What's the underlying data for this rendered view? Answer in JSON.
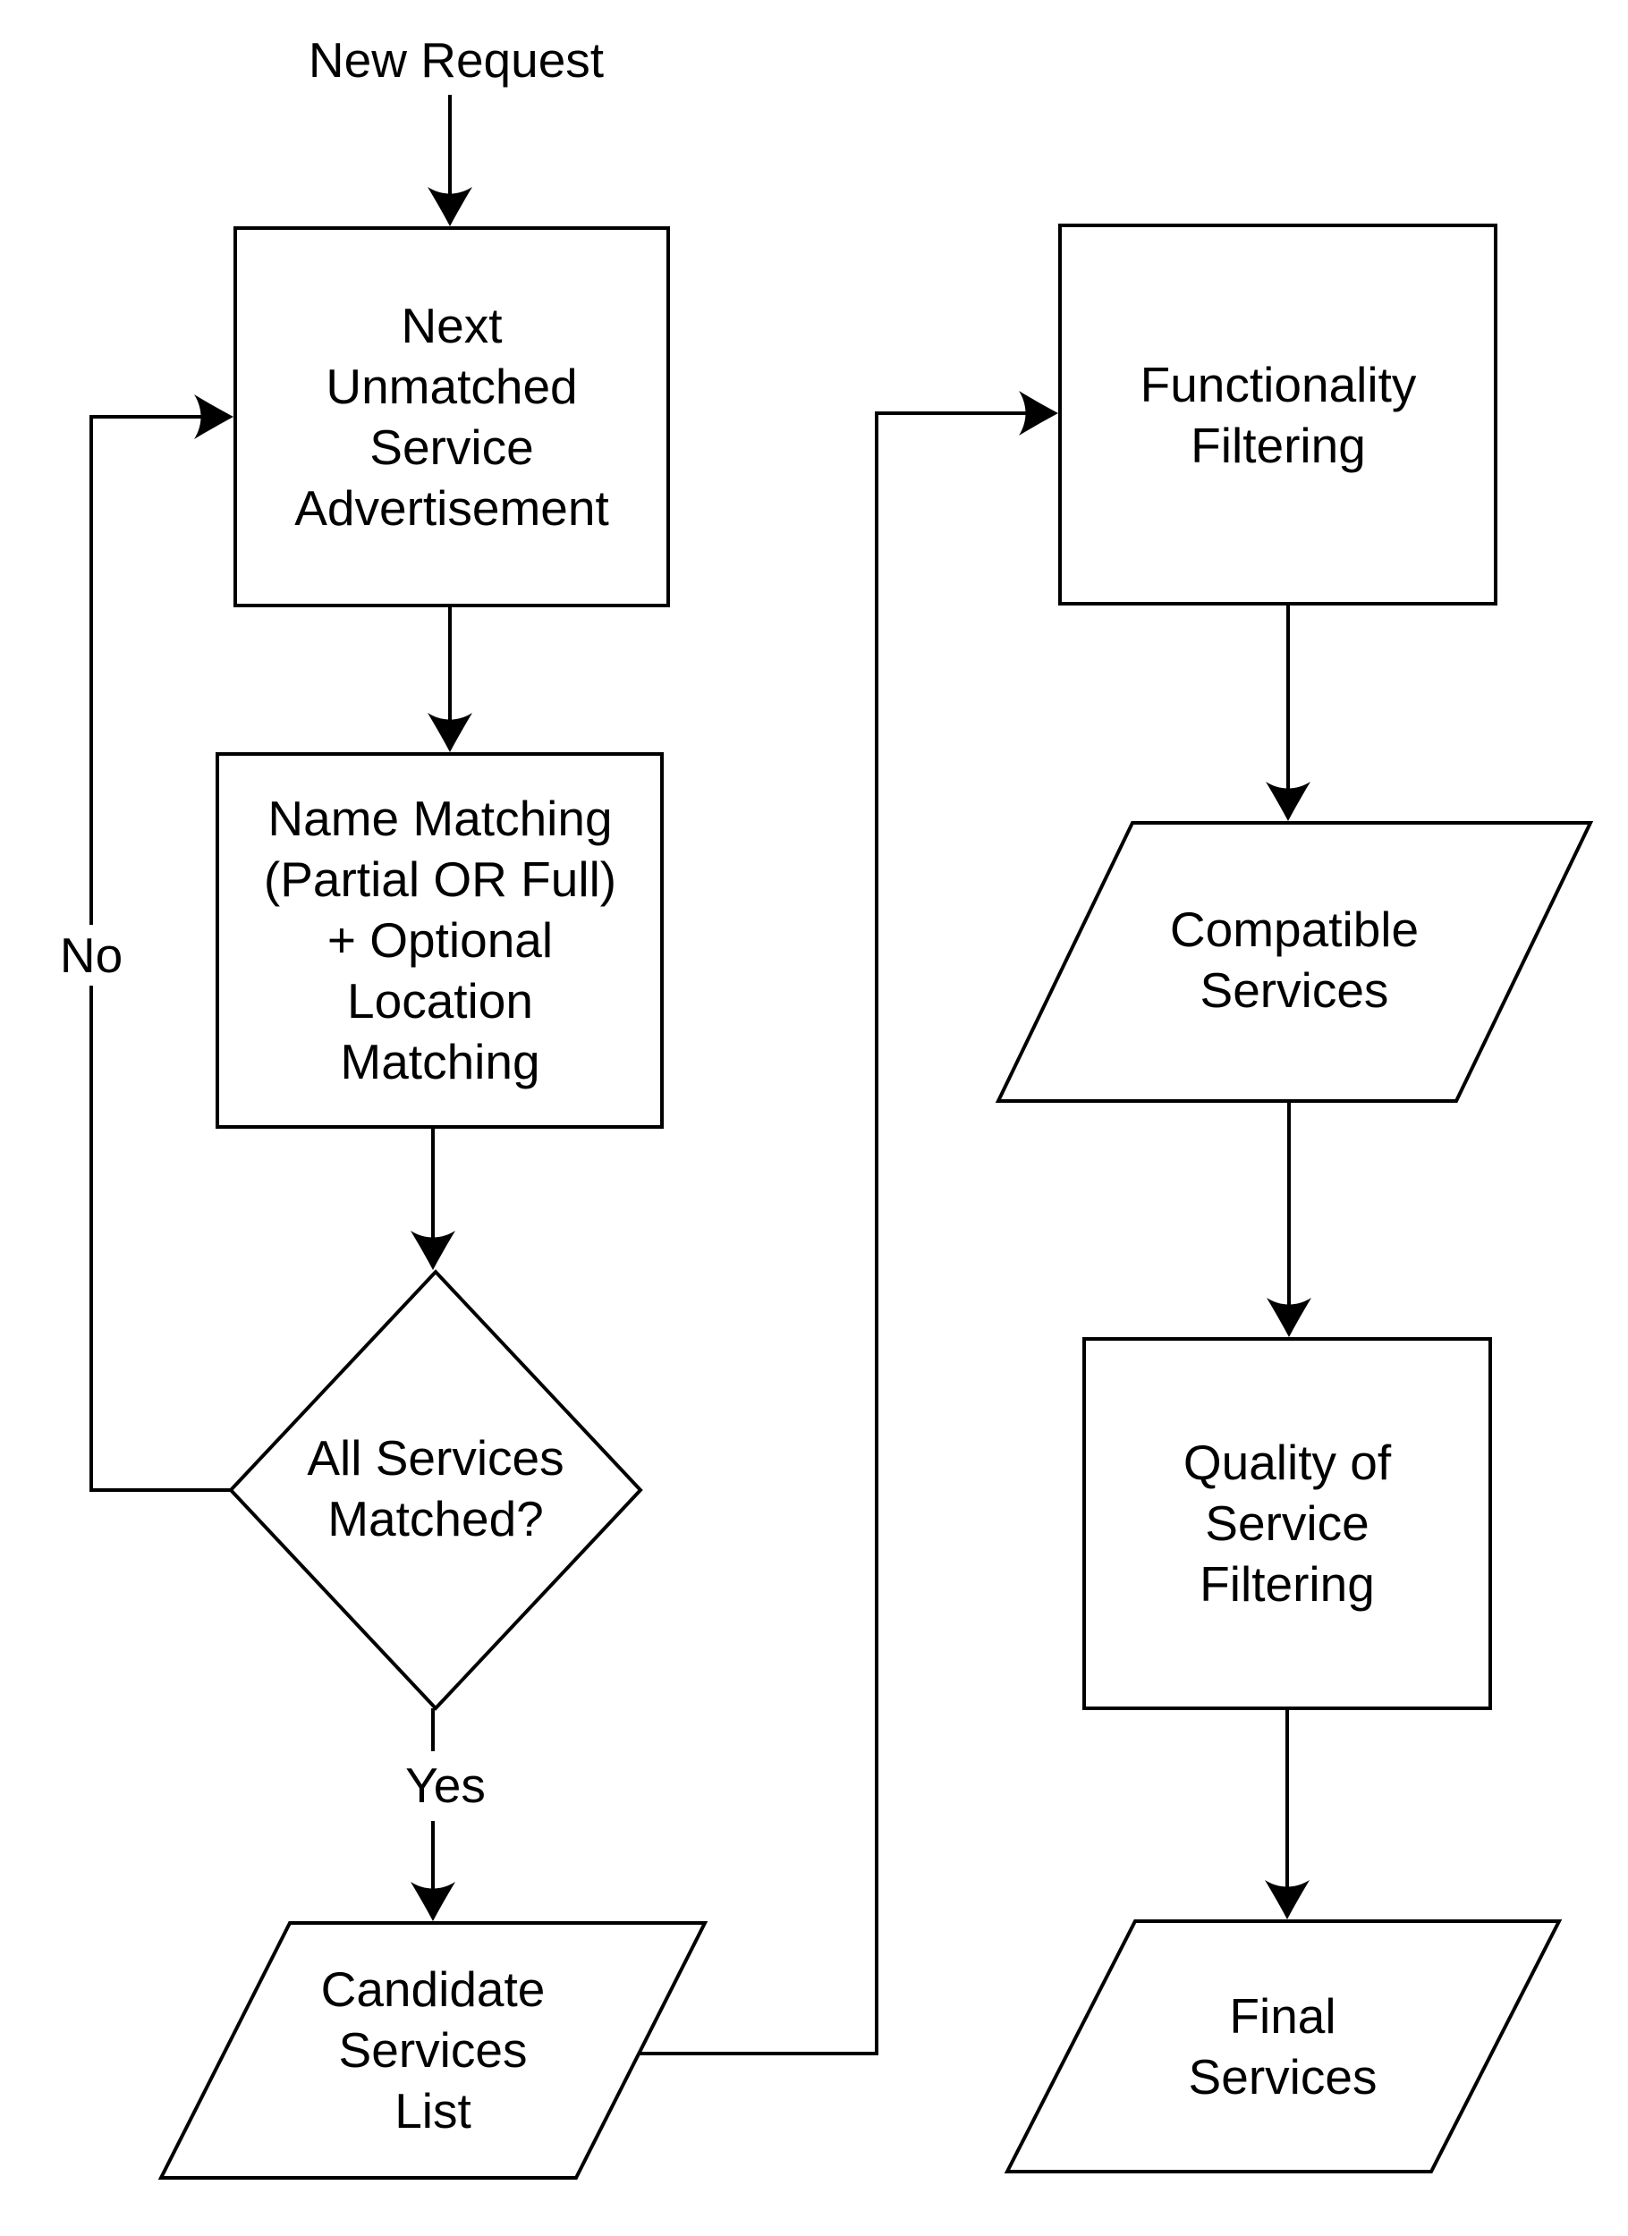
{
  "colors": {
    "stroke": "#000000",
    "node_fill": "#ffffff",
    "background": "#ffffff"
  },
  "nodes": {
    "start": {
      "label": "New Request",
      "shape": "text"
    },
    "next_unmatched_advertisement": {
      "label": "Next\nUnmatched\nService\nAdvertisement",
      "shape": "process-rect"
    },
    "name_matching": {
      "label": "Name Matching\n(Partial OR Full)\n+ Optional\nLocation\nMatching",
      "shape": "process-rect"
    },
    "all_services_matched": {
      "label": "All Services\nMatched?",
      "shape": "decision-diamond"
    },
    "candidate_services_list": {
      "label": "Candidate\nServices\nList",
      "shape": "data-parallelogram"
    },
    "functionality_filtering": {
      "label": "Functionality\nFiltering",
      "shape": "process-rect"
    },
    "compatible_services": {
      "label": "Compatible\nServices",
      "shape": "data-parallelogram"
    },
    "quality_of_service_filtering": {
      "label": "Quality of\nService\nFiltering",
      "shape": "process-rect"
    },
    "final_services": {
      "label": "Final\nServices",
      "shape": "data-parallelogram"
    }
  },
  "edge_labels": {
    "no": "No",
    "yes": "Yes"
  }
}
